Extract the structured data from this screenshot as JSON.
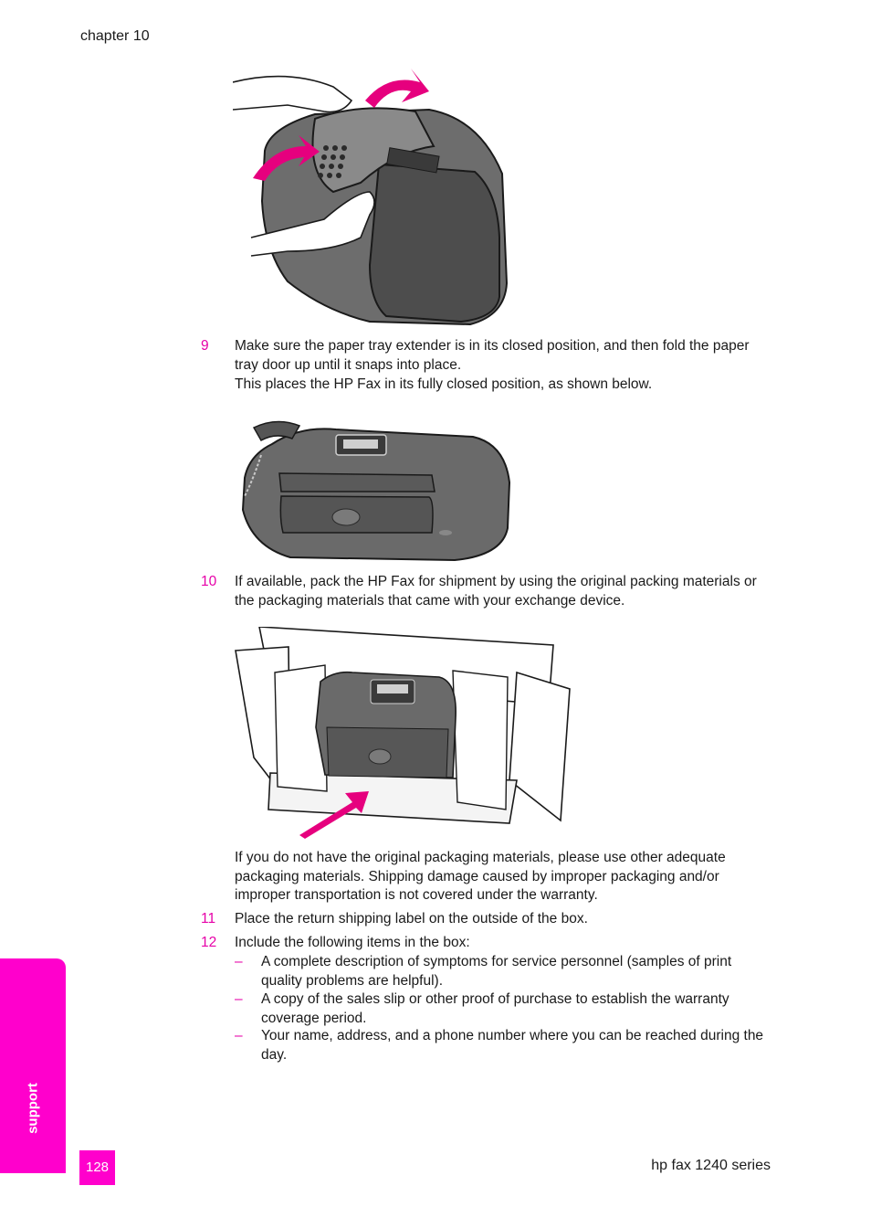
{
  "header": {
    "chapter": "chapter 10"
  },
  "steps": [
    {
      "num": "9",
      "lines": [
        "Make sure the paper tray extender is in its closed position, and then fold the paper tray door up until it snaps into place.",
        "This places the HP Fax in its fully closed position, as shown below."
      ]
    },
    {
      "num": "10",
      "text": "If available, pack the HP Fax for shipment by using the original packing materials or the packaging materials that came with your exchange device."
    },
    {
      "num": "11",
      "text": "Place the return shipping label on the outside of the box."
    },
    {
      "num": "12",
      "text": "Include the following items in the box:"
    }
  ],
  "note": "If you do not have the original packaging materials, please use other adequate packaging materials. Shipping damage caused by improper packaging and/or improper transportation is not covered under the warranty.",
  "bullets": [
    {
      "dash": "–",
      "text": "A complete description of symptoms for service personnel (samples of print quality problems are helpful)."
    },
    {
      "dash": "–",
      "text": "A copy of the sales slip or other proof of purchase to establish the warranty coverage period."
    },
    {
      "dash": "–",
      "text": "Your name, address, and a phone number where you can be reached during the day."
    }
  ],
  "side_tab": {
    "label": "support"
  },
  "footer": {
    "page_number": "128",
    "product": "hp fax 1240 series"
  },
  "colors": {
    "accent": "#ff00cc",
    "number": "#e600a8",
    "arrow": "#e6007e"
  }
}
